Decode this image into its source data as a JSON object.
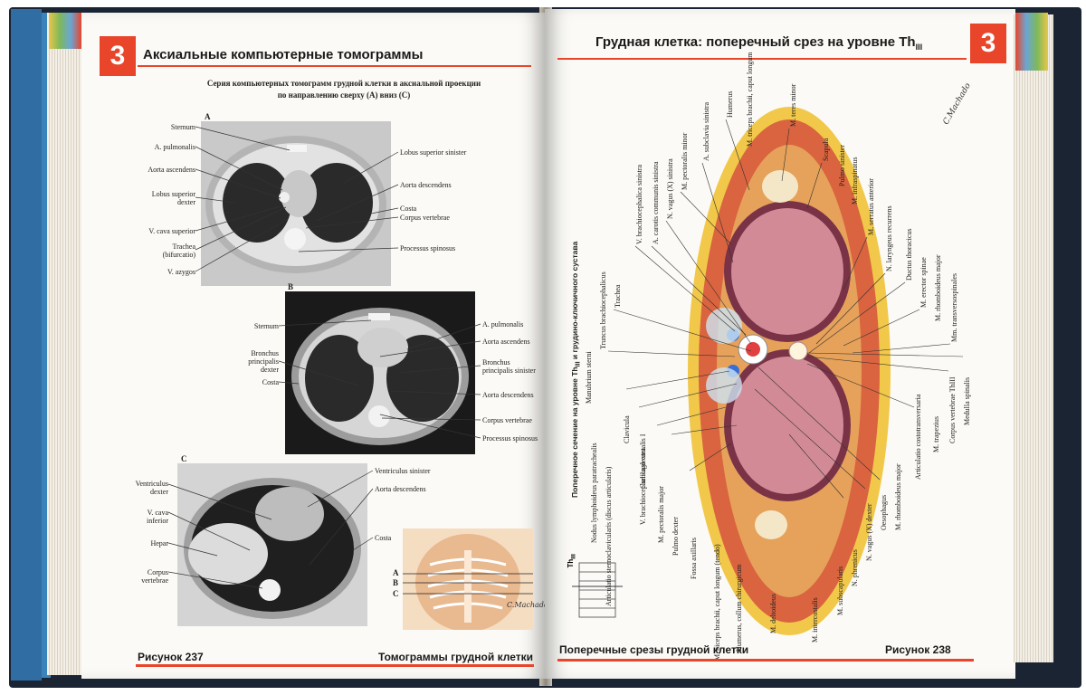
{
  "book": {
    "chapter_number": "3",
    "left_page": {
      "header_title": "Аксиальные компьютерные томограммы",
      "caption_lines": [
        "Серия компьютерных томограмм грудной клетки в аксиальной проекции",
        "по направлению сверху (А) вниз (С)"
      ],
      "scan_a": {
        "letter": "A",
        "labels_left": [
          "Sternum",
          "A. pulmonalis",
          "Aorta ascendens",
          "Lobus superior",
          "dexter",
          "V. cava superior",
          "Trachea",
          "(bifurcatio)",
          "V. azygos"
        ],
        "labels_right": [
          "Lobus superior sinister",
          "Aorta descendens",
          "Costa",
          "Corpus vertebrae",
          "Processus spinosus"
        ]
      },
      "scan_b": {
        "letter": "B",
        "labels_left": [
          "Sternum",
          "Bronchus",
          "principalis",
          "dexter",
          "Costa"
        ],
        "labels_right": [
          "A. pulmonalis",
          "Aorta ascendens",
          "Bronchus",
          "principalis sinister",
          "Aorta descendens",
          "Corpus vertebrae",
          "Processus spinosus"
        ]
      },
      "scan_c": {
        "letter": "C",
        "labels_left": [
          "Ventriculus",
          "dexter",
          "V. cava",
          "inferior",
          "Hepar",
          "Corpus",
          "vertebrae"
        ],
        "labels_right": [
          "Ventriculus sinister",
          "Aorta descendens",
          "Costa"
        ]
      },
      "inset_letters": [
        "A",
        "B",
        "C"
      ],
      "signature": "C.Machado",
      "footer_figure": "Рисунок 237",
      "footer_title": "Томограммы грудной клетки"
    },
    "right_page": {
      "header_title": "Грудная клетка: поперечный срез на уровне Th",
      "header_subscript": "III",
      "section_title_line1": "Поперечное сечение на уровне Th",
      "section_title_sub": "III",
      "section_title_line2": " и грудино-ключичного сустава",
      "level_marker": "Th",
      "level_marker_sub": "III",
      "top_labels": [
        "V. brachiocephalica sinistra",
        "A. carotis communis sinistra",
        "N. vagus (X) sinistra",
        "M. pectoralis minor",
        "A. subclavia sinistra",
        "Humerus",
        "M. triceps brachii, caput longum",
        "M. teres minor",
        "Scapula",
        "Pulmo sinister",
        "M. infraspinatus",
        "M. serratus anterior",
        "N. laryngeus recurrens",
        "Ductus thoracicus",
        "M. erector spinae",
        "M. rhomboideus major",
        "Mm. transversospinales"
      ],
      "left_labels": [
        "Manubrium sterni",
        "Truncus brachiocephalicus",
        "Trachea",
        "Nodus lymphoideus paratrachealis",
        "Articulatio sternoclavicularis (discus articularis)",
        "Clavicula",
        "Cartilago costalis I",
        "V. brachiocephalica dextra",
        "M. pectoralis major",
        "Pulmo dexter",
        "Fossa axillaris"
      ],
      "bottom_labels": [
        "M. biceps brachii, caput longum (tendo)",
        "Humerus, collum chirurgicum",
        "M. deltoideus",
        "M. intercostalis",
        "M. subscapularis",
        "N. phrenicus",
        "N. vagus (X) dexter",
        "Oesophagus",
        "M. rhomboideus major",
        "Articulatio costotransversaria",
        "M. trapezius",
        "Corpus vertebrae ThIII",
        "Medulla spinalis"
      ],
      "footer_title": "Поперечные срезы грудной клетки",
      "footer_figure": "Рисунок 238"
    }
  }
}
